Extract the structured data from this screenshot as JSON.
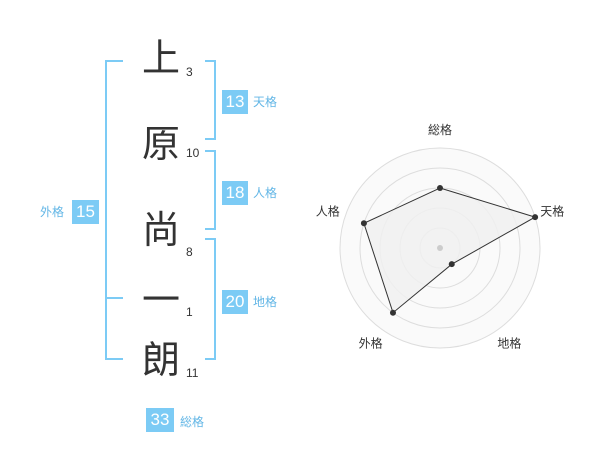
{
  "name": {
    "chars": [
      {
        "char": "上",
        "strokes": "3"
      },
      {
        "char": "原",
        "strokes": "10"
      },
      {
        "char": "尚",
        "strokes": "8"
      },
      {
        "char": "一",
        "strokes": "1"
      },
      {
        "char": "朗",
        "strokes": "11"
      }
    ]
  },
  "fortune": {
    "tenkaku": {
      "label": "天格",
      "value": "13"
    },
    "jinkaku": {
      "label": "人格",
      "value": "18"
    },
    "chikaku": {
      "label": "地格",
      "value": "20"
    },
    "gaikaku": {
      "label": "外格",
      "value": "15"
    },
    "soukaku": {
      "label": "総格",
      "value": "33"
    }
  },
  "chart_data": {
    "type": "radar",
    "axes": [
      "総格",
      "天格",
      "地格",
      "外格",
      "人格"
    ],
    "values": [
      3,
      5,
      1,
      4,
      4
    ],
    "max": 5,
    "rings": 5,
    "colors": {
      "fill": "#f0f0f0",
      "line": "#333333",
      "point": "#333333",
      "grid": "#dddddd"
    }
  },
  "colors": {
    "accent": "#7ccbf5",
    "label": "#62b6e6",
    "text": "#333333"
  }
}
